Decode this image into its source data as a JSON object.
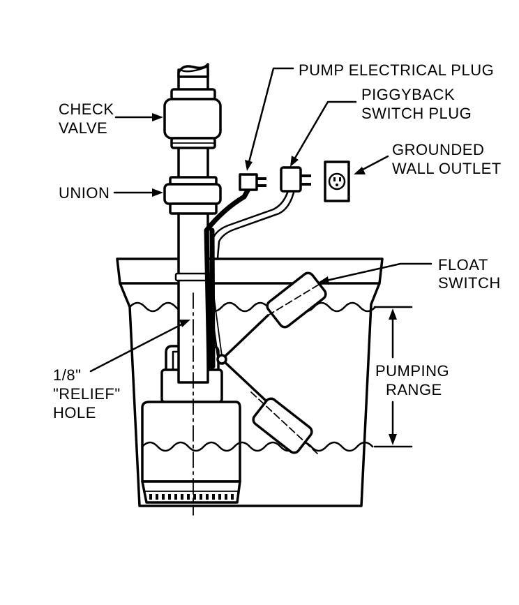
{
  "labels": {
    "check_valve": [
      "CHECK",
      "VALVE"
    ],
    "union": "UNION",
    "pump_plug": "PUMP ELECTRICAL PLUG",
    "piggyback_plug": [
      "PIGGYBACK",
      "SWITCH PLUG"
    ],
    "wall_outlet": [
      "GROUNDED",
      "WALL OUTLET"
    ],
    "float_switch": [
      "FLOAT",
      "SWITCH"
    ],
    "pumping_range": [
      "PUMPING",
      "RANGE"
    ],
    "relief_hole": [
      "1/8\"",
      "\"RELIEF\"",
      "HOLE"
    ]
  }
}
